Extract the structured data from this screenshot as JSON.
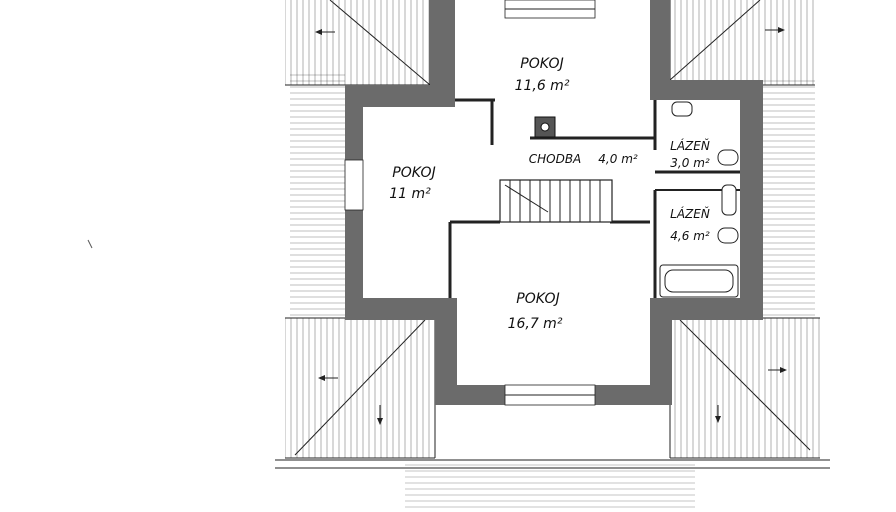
{
  "rooms": [
    {
      "id": "room-top",
      "name": "POKOJ",
      "area": "11,6 m²"
    },
    {
      "id": "room-left",
      "name": "POKOJ",
      "area": "11 m²"
    },
    {
      "id": "room-bottom",
      "name": "POKOJ",
      "area": "16,7 m²"
    },
    {
      "id": "corridor",
      "name": "CHODBA",
      "area": "4,0 m²"
    },
    {
      "id": "bath-1",
      "name": "LÁZEŇ",
      "area": "3,0 m²"
    },
    {
      "id": "bath-2",
      "name": "LÁZEŇ",
      "area": "4,6 m²"
    }
  ],
  "colors": {
    "wall": "#6b6b6b",
    "line": "#222222",
    "paper": "#ffffff"
  }
}
